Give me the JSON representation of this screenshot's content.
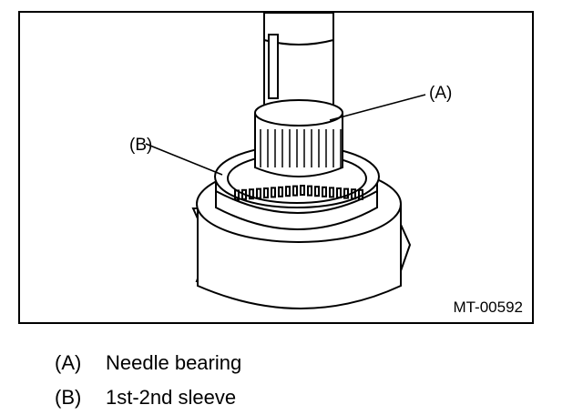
{
  "figure": {
    "id": "MT-00592",
    "callouts": [
      {
        "key": "(A)"
      },
      {
        "key": "(B)"
      }
    ]
  },
  "legend": [
    {
      "key": "(A)",
      "label": "Needle bearing"
    },
    {
      "key": "(B)",
      "label": "1st-2nd sleeve"
    }
  ]
}
